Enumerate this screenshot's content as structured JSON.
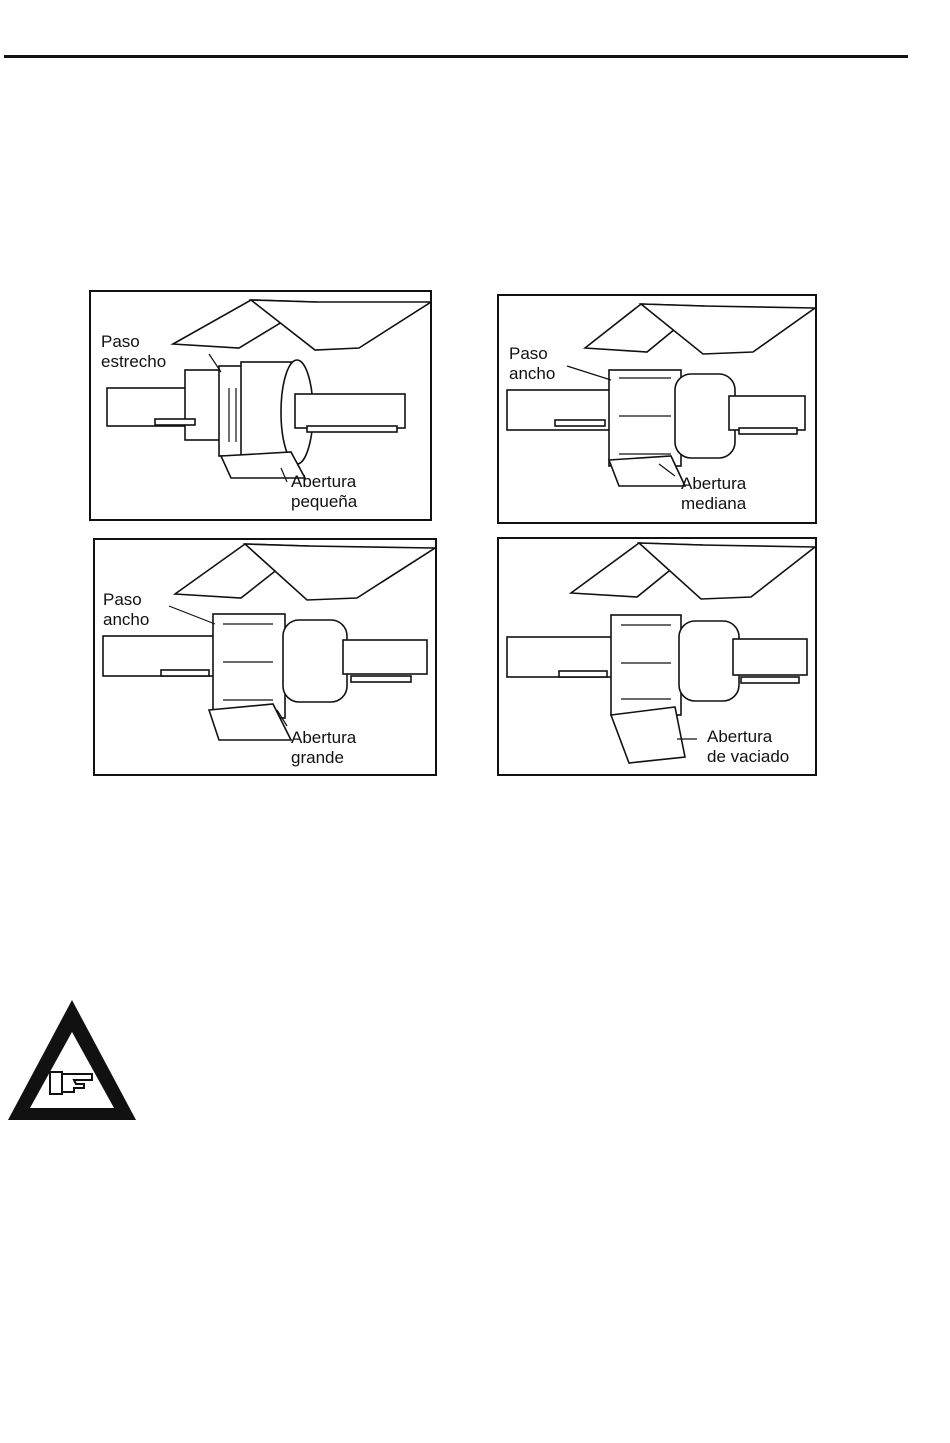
{
  "panels": [
    {
      "label_top_1": "Paso",
      "label_top_2": "estrecho",
      "label_bottom_1": "Abertura",
      "label_bottom_2": "pequeña"
    },
    {
      "label_top_1": "Paso",
      "label_top_2": "ancho",
      "label_bottom_1": "Abertura",
      "label_bottom_2": "mediana"
    },
    {
      "label_top_1": "Paso",
      "label_top_2": "ancho",
      "label_bottom_1": "Abertura",
      "label_bottom_2": "grande"
    },
    {
      "label_bottom_1": "Abertura",
      "label_bottom_2": "de vaciado"
    }
  ],
  "icons": {
    "warning": "pointing-hand-warning-icon"
  }
}
